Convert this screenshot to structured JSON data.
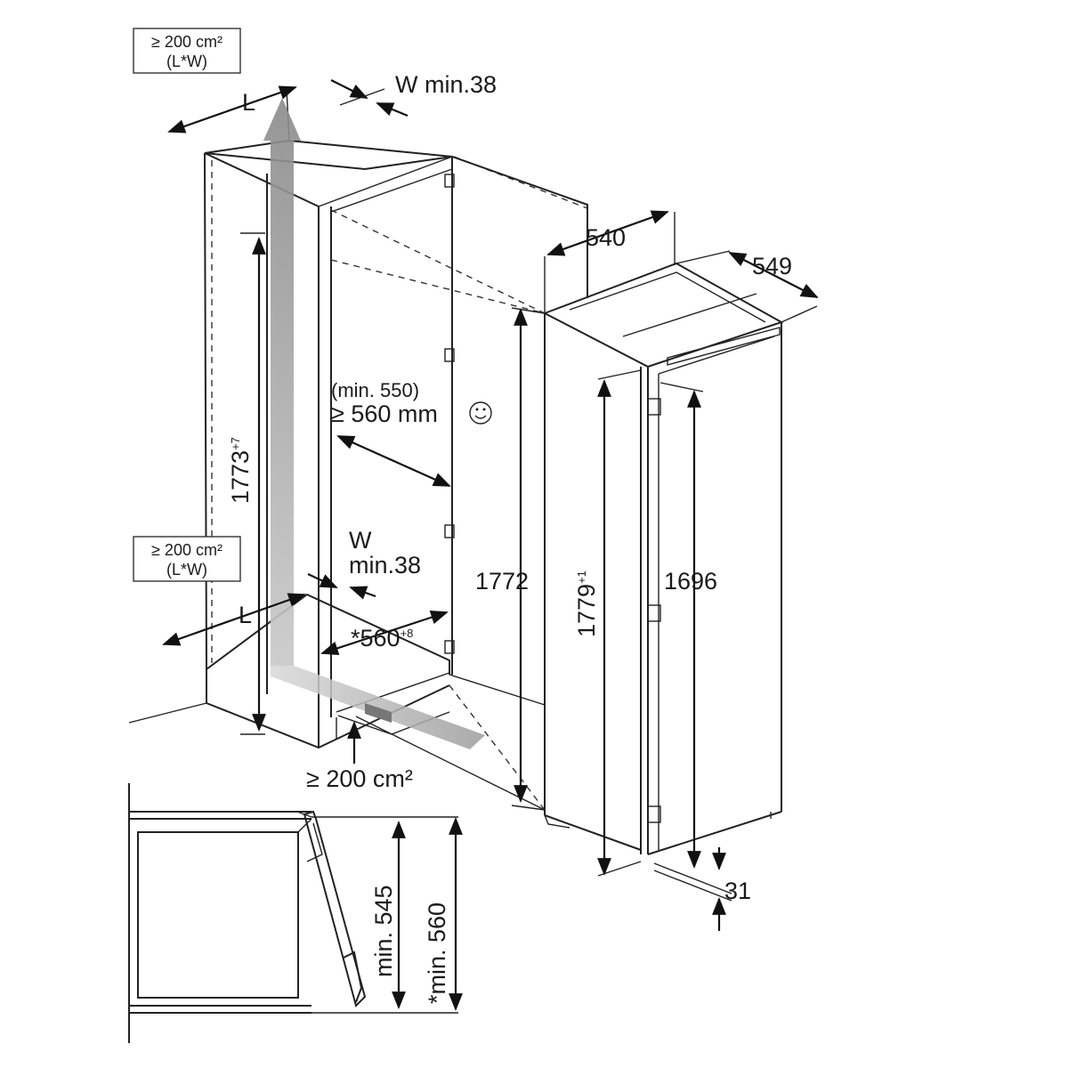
{
  "labels": {
    "vent_top_line1": "≥ 200 cm²",
    "vent_top_line2": "(L*W)",
    "vent_mid_line1": "≥ 200 cm²",
    "vent_mid_line2": "(L*W)",
    "vent_bottom": "≥ 200 cm²",
    "l_top": "L",
    "l_bottom": "L",
    "w_top": "W min.38",
    "w_mid_line1": "W",
    "w_mid_line2": "min.38",
    "niche_height": "1773",
    "niche_height_tol": "+7",
    "niche_depth_line1": "(min. 550)",
    "niche_depth_line2": "≥ 560 mm",
    "niche_width": "*560",
    "niche_width_tol": "+8",
    "appliance_height": "1772",
    "door_height": "1779",
    "door_height_tol": "+1",
    "inner_height": "1696",
    "width": "540",
    "depth": "549",
    "offset": "31",
    "min_545": "min. 545",
    "min_560": "*min. 560"
  },
  "colors": {
    "arrow_gray": "#9a9a9a",
    "line": "#222222"
  }
}
